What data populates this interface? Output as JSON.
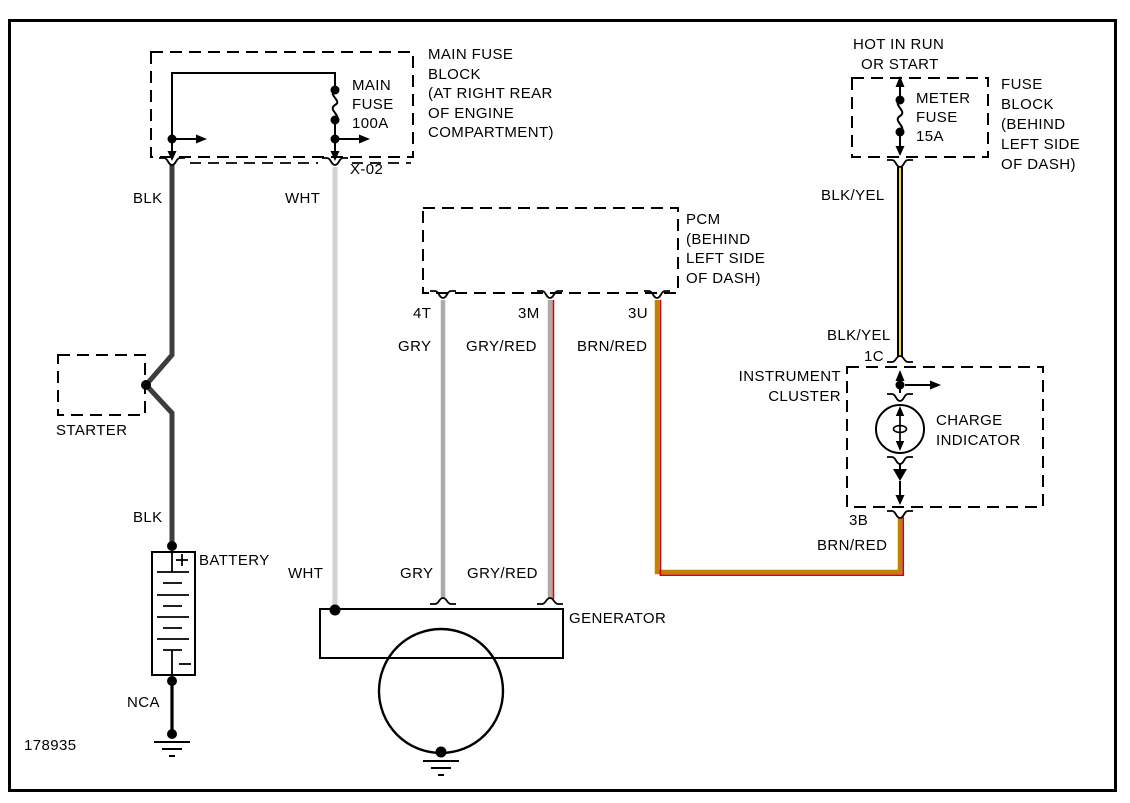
{
  "diagram_number": "178935",
  "colors": {
    "wire_blk": "#3d3d3d",
    "wire_wht": "#d2d2d2",
    "wire_gry": "#ababab",
    "wire_red_stripe": "#dd0000",
    "wire_brn": "#bb8406",
    "wire_yel_stripe": "#ffdf00",
    "wire_nca": "#000000",
    "line": "#000000"
  },
  "labels": {
    "main_fuse_block": [
      "MAIN FUSE",
      "BLOCK",
      "(AT RIGHT REAR",
      "OF ENGINE",
      "COMPARTMENT)"
    ],
    "main_fuse": [
      "MAIN",
      "FUSE",
      "100A"
    ],
    "x02": "X-02",
    "blk_upper": "BLK",
    "wht_upper": "WHT",
    "hot_in_run": [
      "HOT IN RUN",
      "OR START"
    ],
    "meter_fuse": [
      "METER",
      "FUSE",
      "15A"
    ],
    "fuse_block": [
      "FUSE",
      "BLOCK",
      "(BEHIND",
      "LEFT SIDE",
      "OF DASH)"
    ],
    "blk_yel_upper": "BLK/YEL",
    "pcm": [
      "PCM",
      "(BEHIND",
      "LEFT SIDE",
      "OF DASH)"
    ],
    "pin_4t": "4T",
    "pin_3m": "3M",
    "pin_3u": "3U",
    "gry_upper": "GRY",
    "gry_red_upper": "GRY/RED",
    "brn_red_upper": "BRN/RED",
    "blk_yel_lower": "BLK/YEL",
    "pin_1c": "1C",
    "instrument_cluster": [
      "INSTRUMENT",
      "CLUSTER"
    ],
    "charge_indicator": [
      "CHARGE",
      "INDICATOR"
    ],
    "pin_3b": "3B",
    "brn_red_lower": "BRN/RED",
    "starter": "STARTER",
    "blk_lower": "BLK",
    "battery": "BATTERY",
    "wht_lower": "WHT",
    "gry_lower": "GRY",
    "gry_red_lower": "GRY/RED",
    "generator": "GENERATOR",
    "nca": "NCA"
  }
}
